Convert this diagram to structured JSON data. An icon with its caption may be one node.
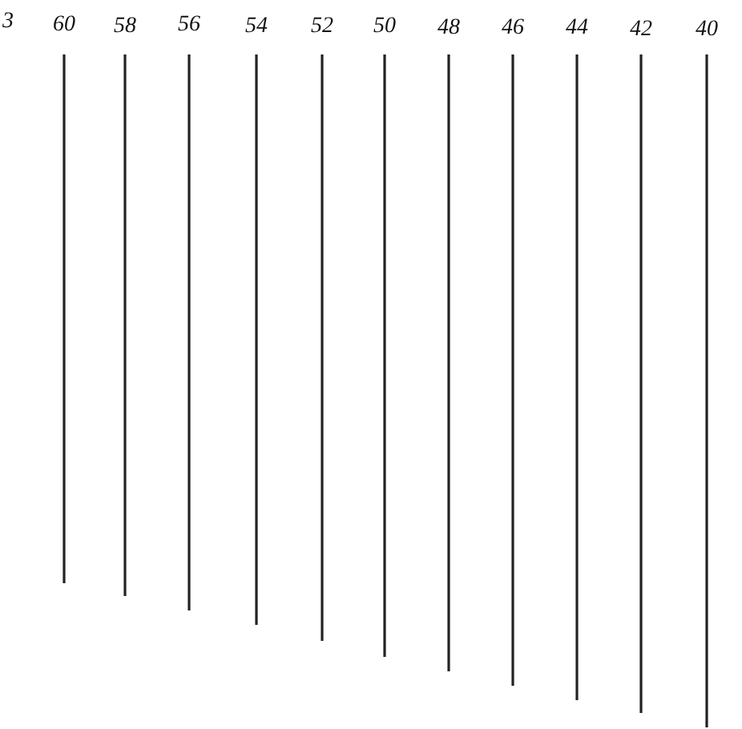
{
  "diagram": {
    "labels": [
      "3",
      "60",
      "58",
      "56",
      "54",
      "52",
      "50",
      "48",
      "46",
      "44",
      "42",
      "40"
    ]
  }
}
